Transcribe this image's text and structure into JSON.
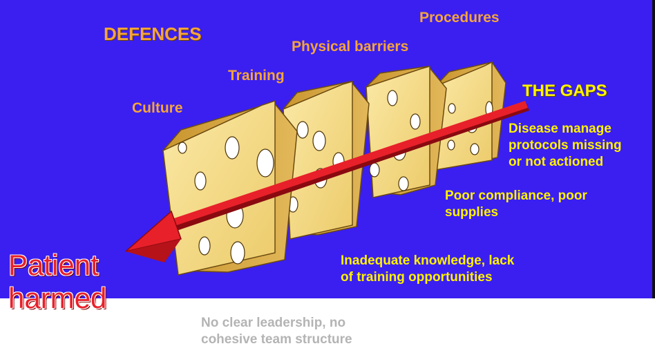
{
  "headings": {
    "defences": "DEFENCES",
    "gaps": "THE GAPS"
  },
  "defence_layers": {
    "procedures": "Procedures",
    "physical_barriers": "Physical barriers",
    "training": "Training",
    "culture": "Culture"
  },
  "gap_labels": {
    "procedures_gap": "Disease manage\nprotocols missing\nor not actioned",
    "physical_gap": "Poor compliance, poor\nsupplies",
    "training_gap": "Inadequate knowledge, lack\nof training opportunities",
    "culture_gap": "No clear leadership, no\ncohesive team structure"
  },
  "outcome": "Patient\nharmed",
  "colors": {
    "background": "#3a1ff0",
    "layer_label": "#f5a43c",
    "gap_label": "#fff200",
    "outcome": "#e8202a",
    "cheese": "#f5dc8a",
    "arrow": "#e8202a"
  }
}
